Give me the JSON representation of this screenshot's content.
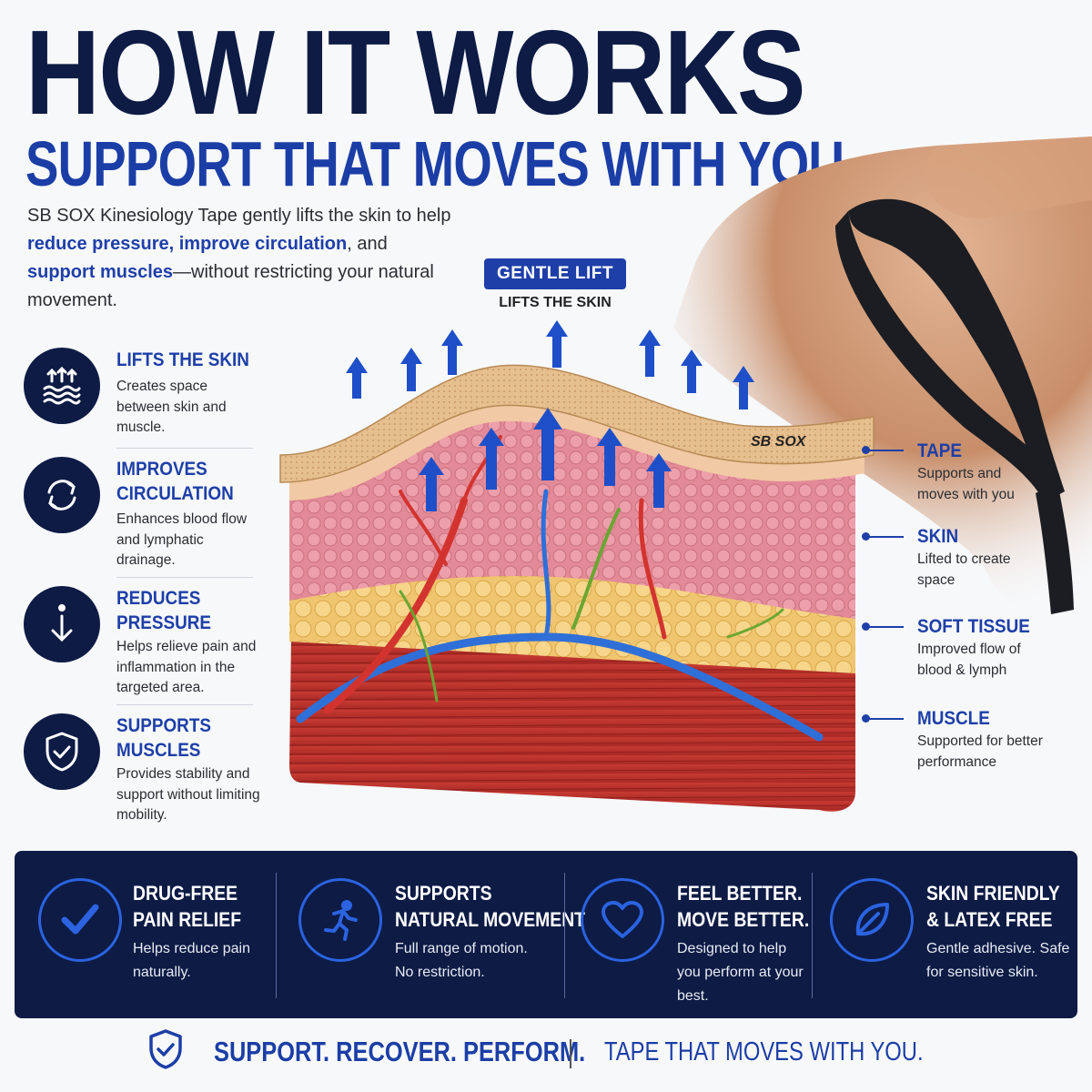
{
  "header": {
    "title": "HOW IT WORKS",
    "subtitle": "SUPPORT THAT MOVES WITH YOU"
  },
  "intro": {
    "part1": "SB SOX Kinesiology Tape gently lifts the skin to help ",
    "hl1": "reduce pressure, improve circulation",
    "part2": ", and ",
    "hl2": "support muscles",
    "part3": "—without restricting your natural movement."
  },
  "lift": {
    "label": "GENTLE LIFT",
    "sub": "LIFTS THE SKIN"
  },
  "tape_brand": "SB SOX",
  "features": [
    {
      "title": "LIFTS THE SKIN",
      "desc": "Creates space between skin and muscle.",
      "icon": "lift-waves-icon"
    },
    {
      "title": "IMPROVES CIRCULATION",
      "desc": "Enhances blood flow and lymphatic drainage.",
      "icon": "circulation-arrows-icon"
    },
    {
      "title": "REDUCES PRESSURE",
      "desc": "Helps relieve pain and inflammation in the targeted area.",
      "icon": "down-arrow-icon"
    },
    {
      "title": "SUPPORTS MUSCLES",
      "desc": "Provides stability and support without limiting mobility.",
      "icon": "shield-check-icon"
    }
  ],
  "layers": [
    {
      "title": "TAPE",
      "desc": "Supports and moves with you"
    },
    {
      "title": "SKIN",
      "desc": "Lifted to create space"
    },
    {
      "title": "SOFT TISSUE",
      "desc": "Improved flow of blood & lymph"
    },
    {
      "title": "MUSCLE",
      "desc": "Supported for better performance"
    }
  ],
  "benefits": [
    {
      "title1": "DRUG-FREE",
      "title2": "PAIN RELIEF",
      "desc": "Helps reduce pain naturally.",
      "icon": "checkmark-icon"
    },
    {
      "title1": "SUPPORTS",
      "title2": "NATURAL MOVEMENT",
      "desc": "Full range of motion. No restriction.",
      "icon": "runner-icon"
    },
    {
      "title1": "FEEL BETTER.",
      "title2": "MOVE BETTER.",
      "desc": "Designed to help you perform at your best.",
      "icon": "heart-icon"
    },
    {
      "title1": "SKIN FRIENDLY",
      "title2": "& LATEX FREE",
      "desc": "Gentle adhesive. Safe for sensitive skin.",
      "icon": "leaf-icon"
    }
  ],
  "footer": {
    "tagline": "SUPPORT. RECOVER. PERFORM.",
    "slogan": "TAPE THAT MOVES WITH YOU."
  },
  "colors": {
    "navy": "#0d1b45",
    "accent_blue": "#1e3fa8",
    "bright_blue": "#2b63e0"
  }
}
